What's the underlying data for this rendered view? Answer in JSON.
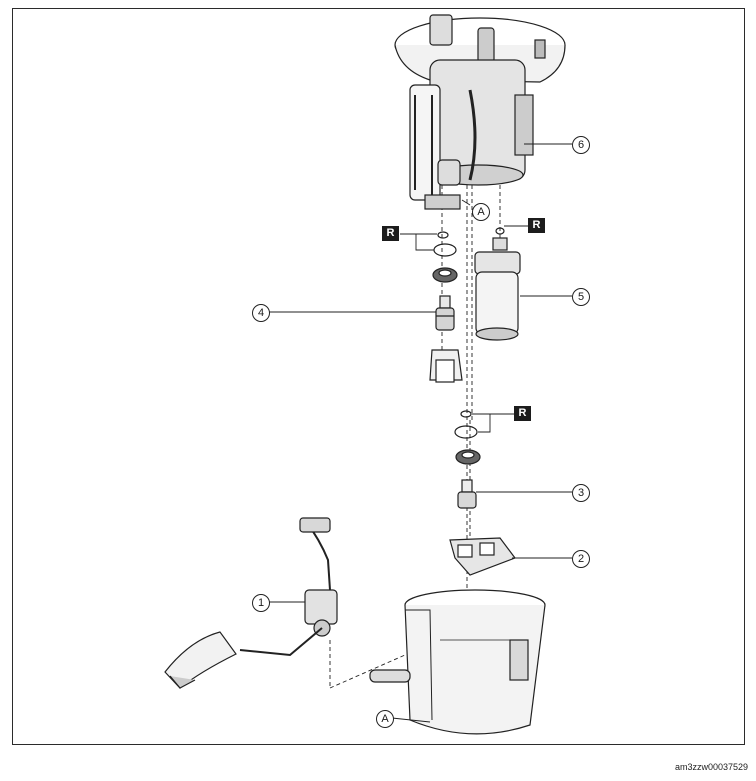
{
  "callouts": {
    "c1": "1",
    "c2": "2",
    "c3": "3",
    "c4": "4",
    "c5": "5",
    "c6": "6",
    "a_top": "A",
    "a_bottom": "A"
  },
  "replace_marks": {
    "r1": "R",
    "r2": "R",
    "r3": "R"
  },
  "figure_id": "am3zzw00037529"
}
